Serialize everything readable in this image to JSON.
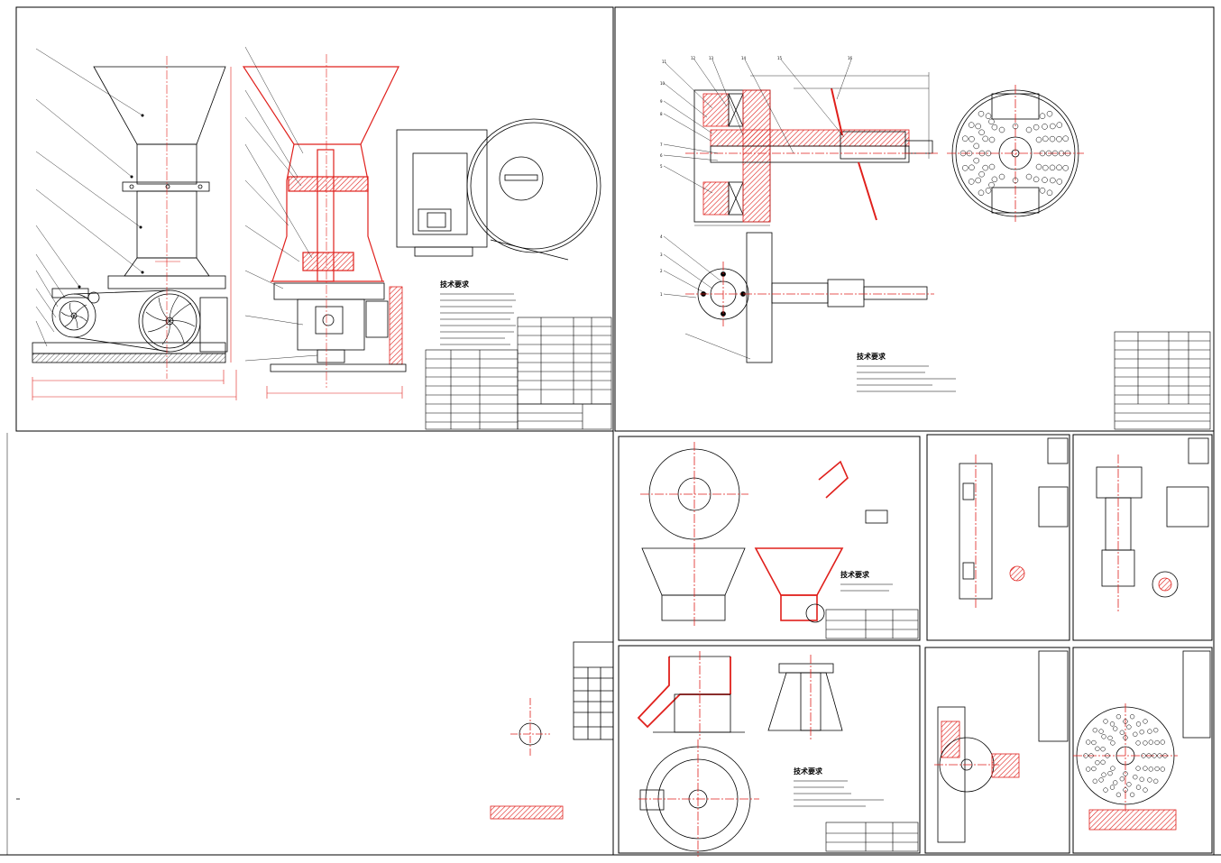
{
  "drawing": {
    "colors": {
      "line": "#000000",
      "section": "#e0201c",
      "hatch": "#e0201c",
      "background": "#ffffff"
    },
    "sheets": [
      {
        "name": "general-assembly",
        "title_block_text": ""
      },
      {
        "name": "spindle-assembly",
        "title_block_text": ""
      }
    ],
    "tech_requirements_heading": "技术要求",
    "part_labels": [
      "1",
      "2",
      "3",
      "4",
      "5",
      "6",
      "7",
      "8",
      "9",
      "10",
      "11",
      "12",
      "13",
      "14",
      "15",
      "16"
    ]
  }
}
